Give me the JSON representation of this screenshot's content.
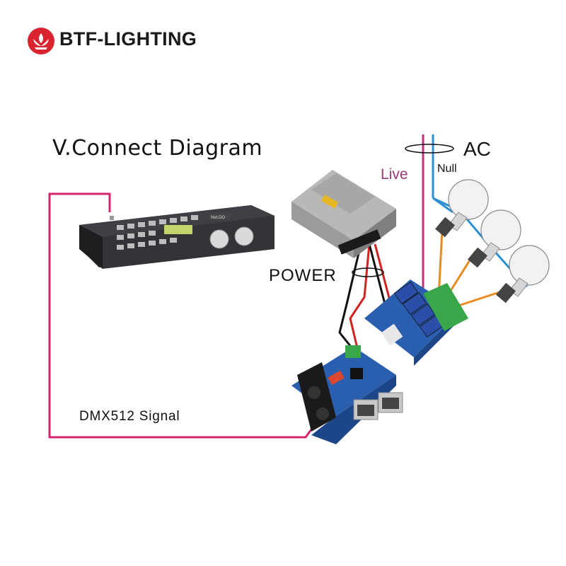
{
  "brand": {
    "name": "BTF-LIGHTING",
    "logo_icon": "btf-lotus-logo-icon",
    "logo_color": "#d9232f"
  },
  "diagram": {
    "title": "V.Connect Diagram",
    "labels": {
      "power": "POWER",
      "dmx_signal": "DMX512 Signal",
      "ac": "AC",
      "live": "Live",
      "null": "Null"
    },
    "controller_panel_text": "Net.DO"
  },
  "colors": {
    "dmx_wire": "#d6246e",
    "live_wire": "#c0307f",
    "null_wire": "#2b8fd0",
    "relay_to_bulb_wire": "#e98a1e",
    "power_wire_positive": "#d42121",
    "power_wire_negative": "#111111",
    "pcb_blue": "#2a5fb0",
    "terminal_green": "#3aa64a"
  }
}
